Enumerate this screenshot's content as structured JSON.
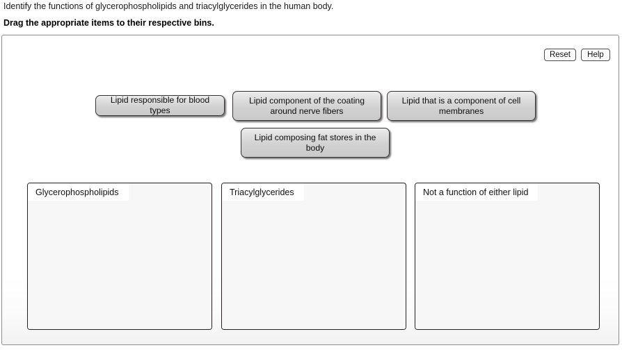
{
  "prompt": {
    "question": "Identify the functions of glycerophospholipids and triacylglycerides in the human body.",
    "instruction": "Drag the appropriate items to their respective bins."
  },
  "toolbar": {
    "reset_label": "Reset",
    "help_label": "Help"
  },
  "tiles": [
    {
      "label": "Lipid responsible for blood types"
    },
    {
      "label": "Lipid component of the coating around nerve fibers"
    },
    {
      "label": "Lipid that is a component of cell membranes"
    },
    {
      "label": "Lipid composing fat stores in the body"
    }
  ],
  "bins": [
    {
      "label": "Glycerophospholipids",
      "items": []
    },
    {
      "label": "Triacylglycerides",
      "items": []
    },
    {
      "label": "Not a function of either lipid",
      "items": []
    }
  ],
  "colors": {
    "panel_border": "#8d8d8d",
    "tile_fill": "#d2d2d2",
    "tile_border": "#3a3230",
    "bin_border": "#2b1d1d",
    "bin_fill": "#f7f7f7",
    "text": "#101010"
  }
}
